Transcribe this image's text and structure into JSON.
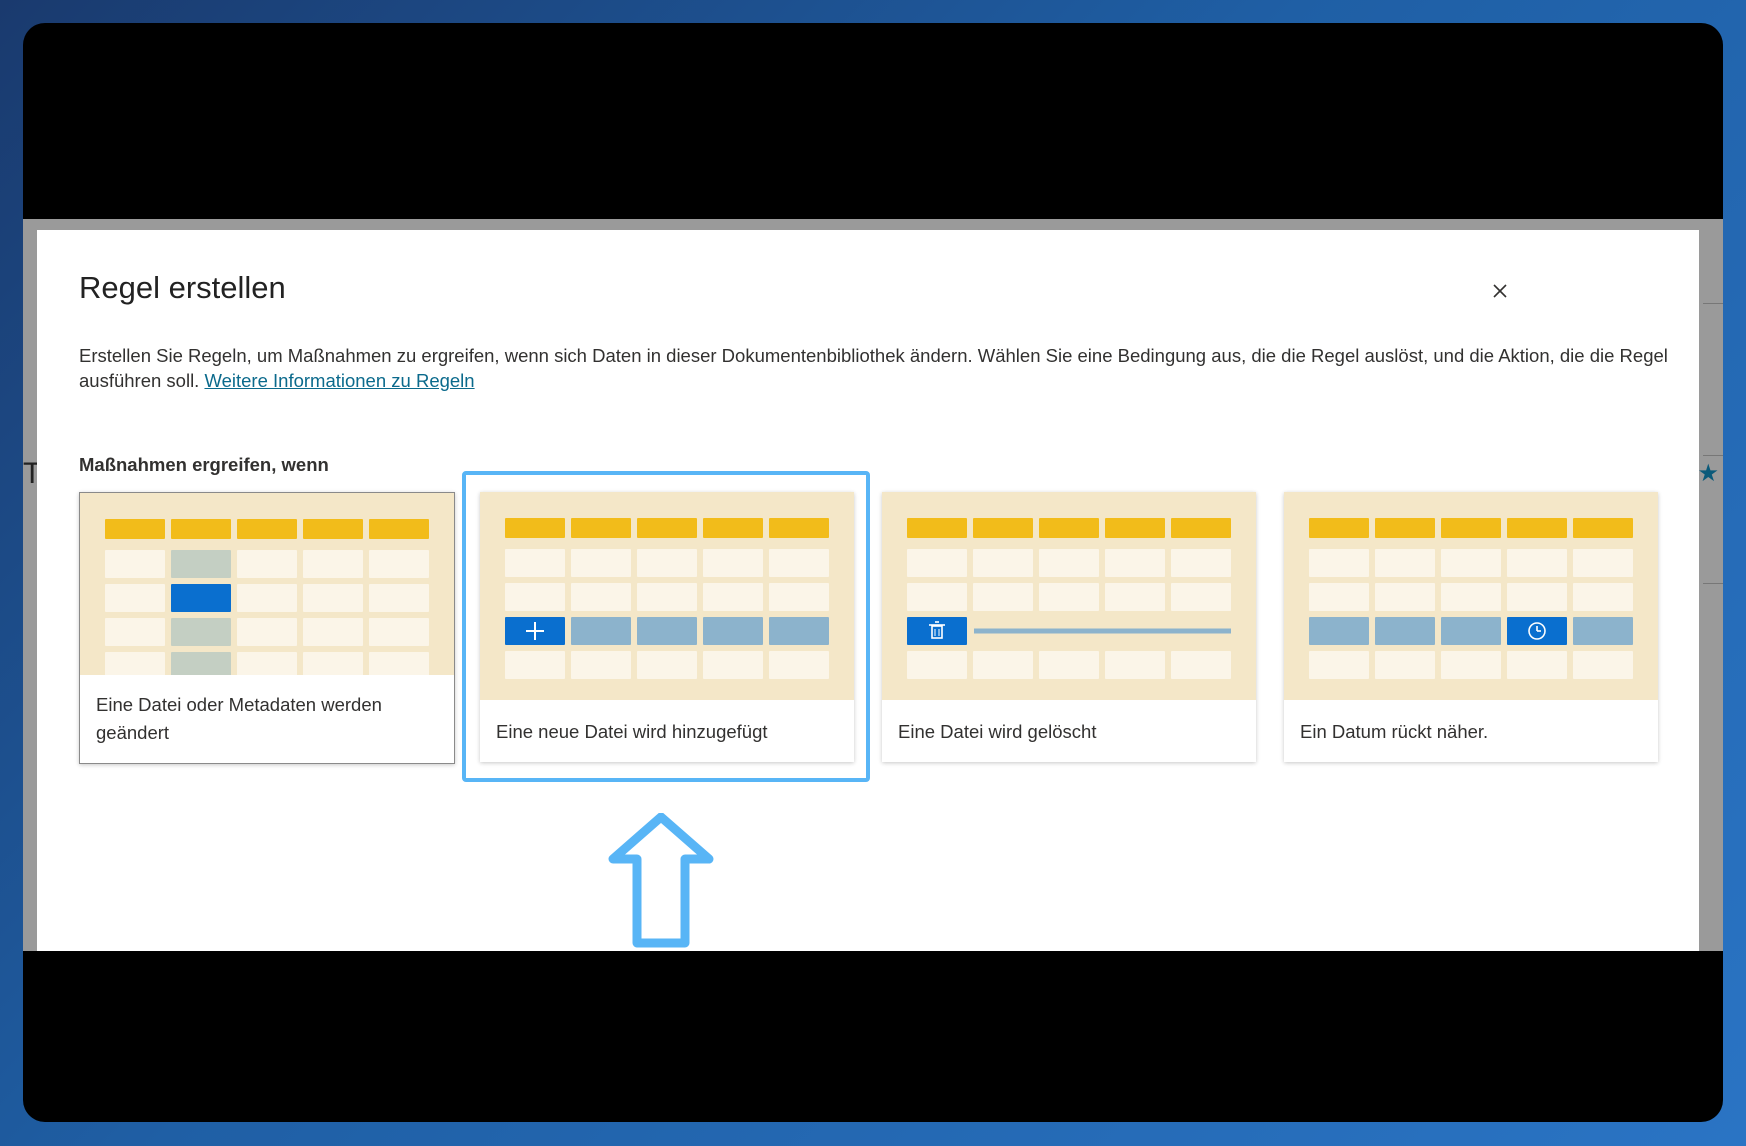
{
  "dialog": {
    "title": "Regel erstellen",
    "description": "Erstellen Sie Regeln, um Maßnahmen zu ergreifen, wenn sich Daten in dieser Dokumentenbibliothek ändern. Wählen Sie eine Bedingung aus, die die Regel auslöst, und die Aktion, die die Regel ausführen soll.",
    "link": "Weitere Informationen zu Regeln",
    "section_label": "Maßnahmen ergreifen, wenn",
    "close_icon": "close-icon"
  },
  "background": {
    "letter": "T"
  },
  "cards": [
    {
      "label": "Eine Datei oder Metadaten werden geändert",
      "icon": "edit-cell-illustration"
    },
    {
      "label": "Eine neue Datei wird hinzugefügt",
      "icon": "plus-icon",
      "selected": true
    },
    {
      "label": "Eine Datei wird gelöscht",
      "icon": "trash-icon"
    },
    {
      "label": "Ein Datum rückt näher.",
      "icon": "clock-icon"
    }
  ],
  "colors": {
    "header_cell": "#f2bc1a",
    "cell": "#fbf5e8",
    "illustration_bg": "#f4e7c8",
    "accent": "#0a6fcf",
    "row_highlight": "#8cb3cc",
    "column_highlight": "#c4cfc3",
    "link": "#0b6a8c",
    "annotation": "#58b5f6"
  }
}
